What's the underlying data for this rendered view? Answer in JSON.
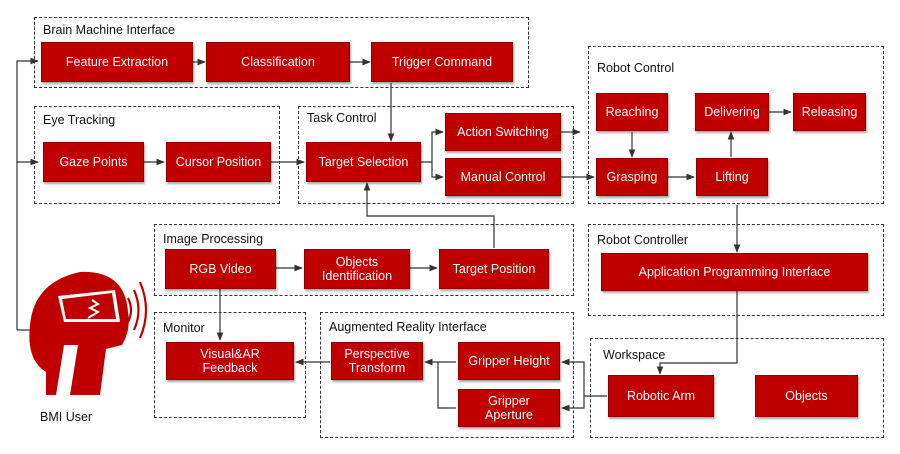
{
  "groups": {
    "bmi": "Brain Machine Interface",
    "eye": "Eye Tracking",
    "task": "Task Control",
    "robot_control": "Robot Control",
    "image": "Image Processing",
    "robot_controller": "Robot Controller",
    "monitor": "Monitor",
    "ar": "Augmented Reality Interface",
    "workspace": "Workspace"
  },
  "boxes": {
    "feature_extraction": "Feature Extraction",
    "classification": "Classification",
    "trigger_command": "Trigger Command",
    "gaze_points": "Gaze Points",
    "cursor_position": "Cursor Position",
    "target_selection": "Target Selection",
    "action_switching": "Action Switching",
    "manual_control": "Manual Control",
    "reaching": "Reaching",
    "grasping": "Grasping",
    "lifting": "Lifting",
    "delivering": "Delivering",
    "releasing": "Releasing",
    "rgb_video": "RGB Video",
    "objects_identification": "Objects\nIdentification",
    "target_position": "Target Position",
    "api": "Application Programming Interface",
    "visual_ar_feedback": "Visual&AR\nFeedback",
    "perspective_transform": "Perspective\nTransform",
    "gripper_height": "Gripper Height",
    "gripper_aperture": "Gripper\nAperture",
    "robotic_arm": "Robotic Arm",
    "objects": "Objects"
  },
  "user_label": "BMI User",
  "colors": {
    "box_fill": "#c00000",
    "line": "#333333",
    "border": "#333333"
  }
}
